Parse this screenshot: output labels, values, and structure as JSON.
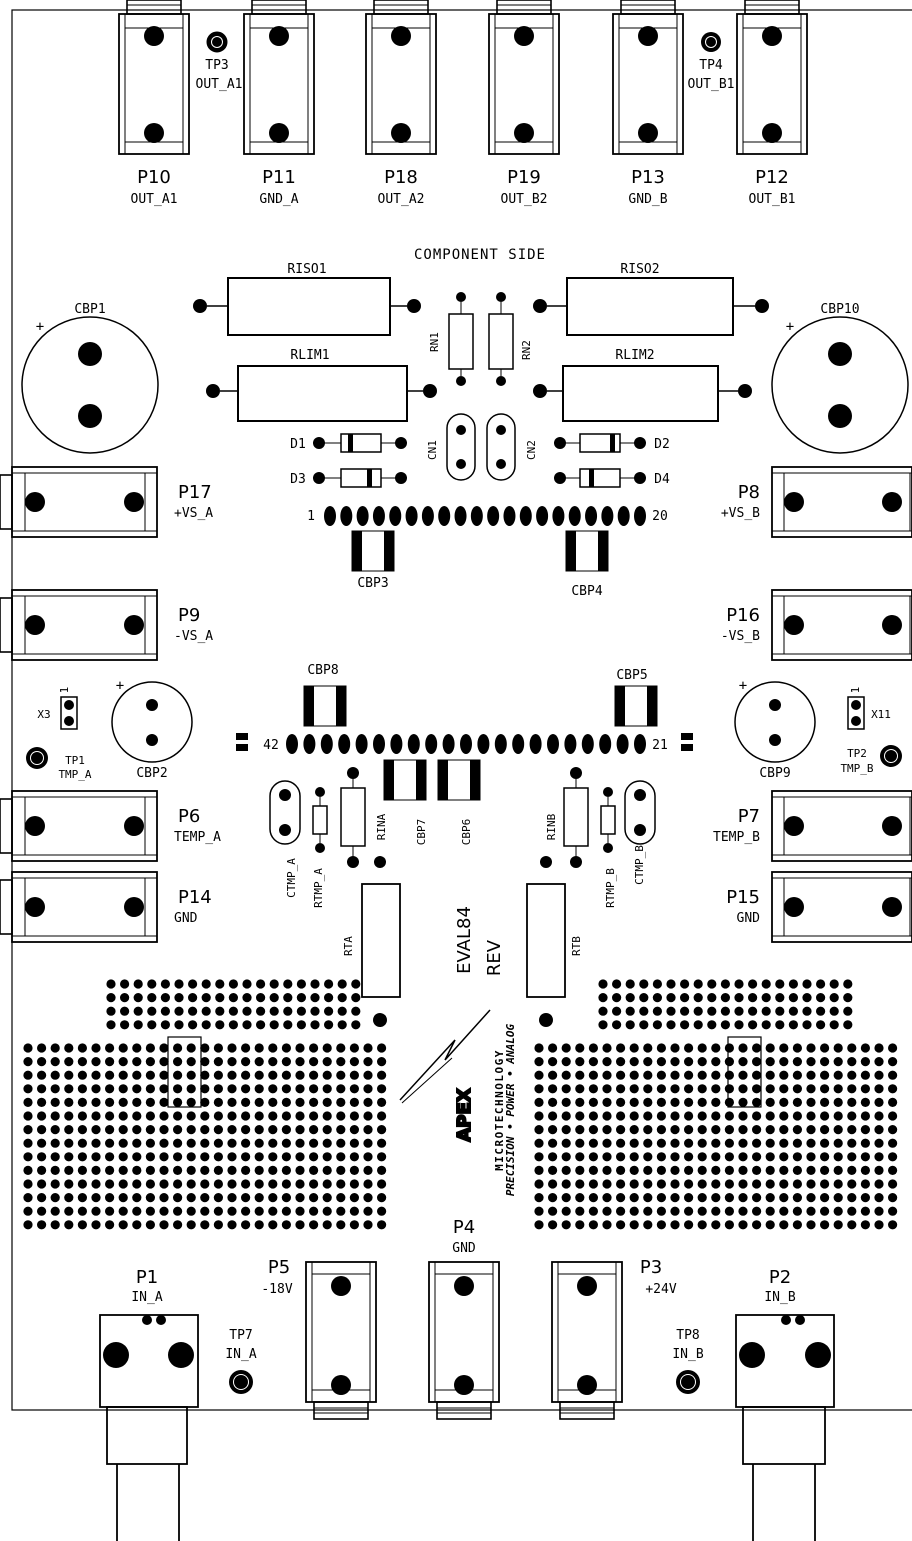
{
  "header": {
    "title": "COMPONENT SIDE"
  },
  "output_connectors": [
    {
      "ref": "P10",
      "net": "OUT_A1"
    },
    {
      "ref": "P11",
      "net": "GND_A"
    },
    {
      "ref": "P18",
      "net": "OUT_A2"
    },
    {
      "ref": "P19",
      "net": "OUT_B2"
    },
    {
      "ref": "P13",
      "net": "GND_B"
    },
    {
      "ref": "P12",
      "net": "OUT_B1"
    }
  ],
  "test_points": {
    "tp3": {
      "ref": "TP3",
      "net": "OUT_A1"
    },
    "tp4": {
      "ref": "TP4",
      "net": "OUT_B1"
    },
    "tp1": {
      "ref": "TP1",
      "net": "TMP_A"
    },
    "tp2": {
      "ref": "TP2",
      "net": "TMP_B"
    },
    "tp7": {
      "ref": "TP7",
      "net": "IN_A"
    },
    "tp8": {
      "ref": "TP8",
      "net": "IN_B"
    }
  },
  "side_connectors": {
    "p17": {
      "ref": "P17",
      "net": "+VS_A"
    },
    "p9": {
      "ref": "P9",
      "net": "-VS_A"
    },
    "p6": {
      "ref": "P6",
      "net": "TEMP_A"
    },
    "p14": {
      "ref": "P14",
      "net": "GND"
    },
    "p8": {
      "ref": "P8",
      "net": "+VS_B"
    },
    "p16": {
      "ref": "P16",
      "net": "-VS_B"
    },
    "p7": {
      "ref": "P7",
      "net": "TEMP_B"
    },
    "p15": {
      "ref": "P15",
      "net": "GND"
    }
  },
  "bottom_connectors": {
    "p1": {
      "ref": "P1",
      "net": "IN_A"
    },
    "p2": {
      "ref": "P2",
      "net": "IN_B"
    },
    "p5": {
      "ref": "P5",
      "net": "-18V"
    },
    "p4": {
      "ref": "P4",
      "net": "GND"
    },
    "p3": {
      "ref": "P3",
      "net": "+24V"
    }
  },
  "components": {
    "riso1": "RISO1",
    "riso2": "RISO2",
    "rlim1": "RLIM1",
    "rlim2": "RLIM2",
    "rn1": "RN1",
    "rn2": "RN2",
    "cn1": "CN1",
    "cn2": "CN2",
    "d1": "D1",
    "d2": "D2",
    "d3": "D3",
    "d4": "D4",
    "cbp1": "CBP1",
    "cbp10": "CBP10",
    "cbp3": "CBP3",
    "cbp4": "CBP4",
    "cbp8": "CBP8",
    "cbp5": "CBP5",
    "cbp2": "CBP2",
    "cbp9": "CBP9",
    "cbp7": "CBP7",
    "cbp6": "CBP6",
    "x3": "X3",
    "x11": "X11",
    "rina": "RINA",
    "rinb": "RINB",
    "rtmp_a": "RTMP_A",
    "rtmp_b": "RTMP_B",
    "ctmp_a": "CTMP_A",
    "ctmp_b": "CTMP_B",
    "rta": "RTA",
    "rtb": "RTB",
    "plus": "+",
    "pin1": "1"
  },
  "ic_pins": {
    "top_left": "1",
    "top_right": "20",
    "bottom_left": "42",
    "bottom_right": "21"
  },
  "board": {
    "name": "EVAL84",
    "rev": "REV"
  },
  "logo": {
    "brand": "APEX",
    "line1": "MICROTECHNOLOGY",
    "line2": "PRECISION • POWER • ANALOG"
  }
}
